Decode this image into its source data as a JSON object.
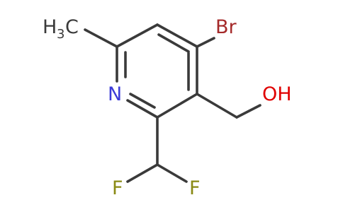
{
  "molecule": {
    "atoms": {
      "nitrogen": "N",
      "bromine": "Br",
      "hydroxyl": "OH",
      "fluorine_left": "F",
      "fluorine_right": "F",
      "methyl_h": "H",
      "methyl_sub": "3",
      "methyl_c": "C"
    },
    "colors": {
      "bond": "#3a3a3a",
      "nitrogen": "#3b3bd8",
      "bromine": "#a52a2a",
      "oxygen": "#e00000",
      "fluorine": "#8a8a15",
      "carbon": "#3a3a3a"
    }
  }
}
